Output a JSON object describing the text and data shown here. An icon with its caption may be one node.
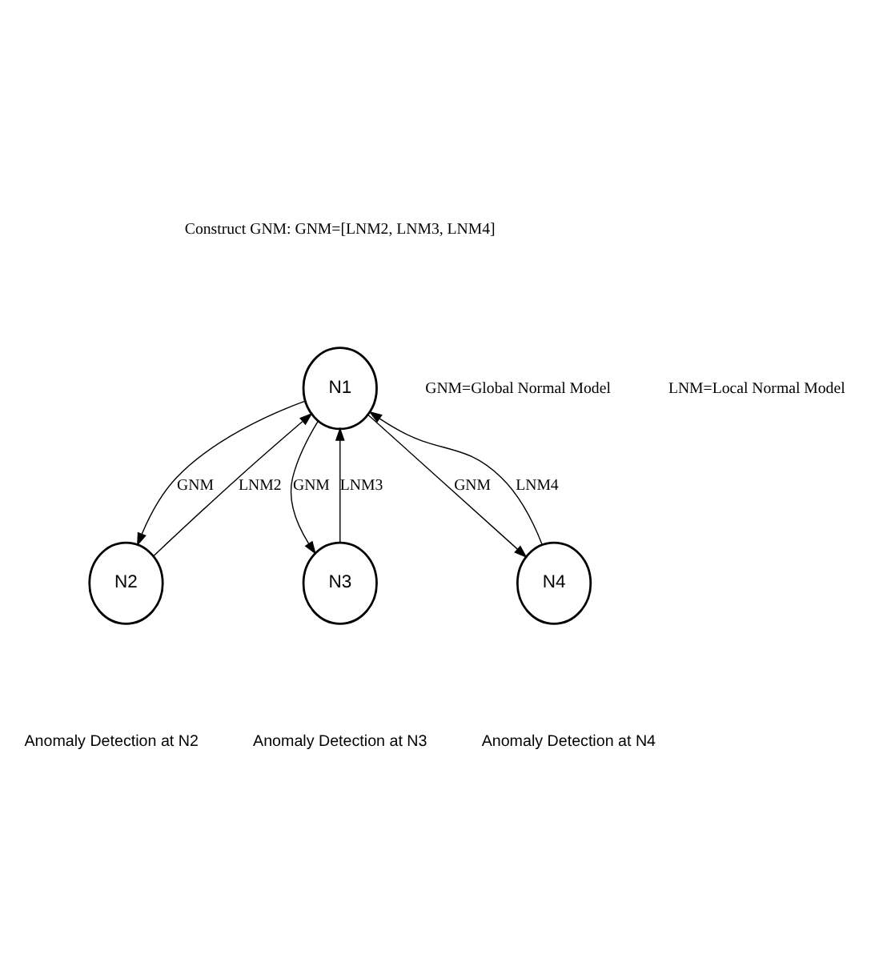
{
  "diagram": {
    "nodes": [
      {
        "text": [
          "N1"
        ]
      },
      {
        "text": [
          "N2"
        ]
      },
      {
        "text": [
          "N3"
        ]
      },
      {
        "text": [
          "N4"
        ]
      }
    ],
    "edges": [
      {
        "from": 1,
        "to": 0,
        "arrow": "to",
        "label": "LNM2"
      },
      {
        "from": 0,
        "to": 1,
        "arrow": "to",
        "label": "GNM"
      },
      {
        "from": 2,
        "to": 0,
        "arrow": "to",
        "label": "LNM3"
      },
      {
        "from": 0,
        "to": 2,
        "arrow": "to",
        "label": "GNM"
      },
      {
        "from": 0,
        "to": 3,
        "arrow": "to",
        "label": "GNM"
      },
      {
        "from": 3,
        "to": 0,
        "arrow": "to",
        "label": "LNM4"
      }
    ],
    "labels": [
      "Construct GNM: GNM=[LNM2, LNM3, LNM4]",
      "GNM=Global Normal Model",
      "LNM=Local Normal Model",
      "Anomaly Detection at N2",
      "Anomaly Detection at N3",
      "Anomaly Detection at N4"
    ]
  }
}
